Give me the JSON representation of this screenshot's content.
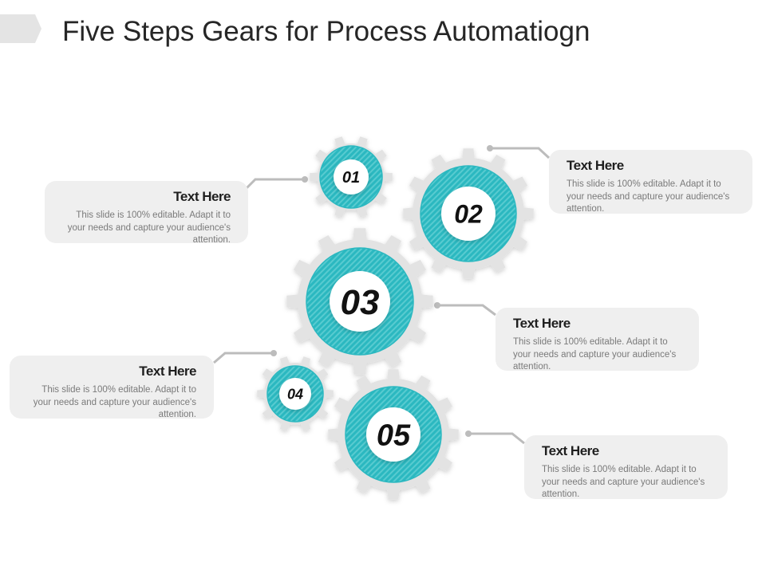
{
  "title": "Five Steps Gears for Process Automatiogn",
  "colors": {
    "accent": "#2bb8c0",
    "accent_light": "#7fd7da",
    "gear": "#e3e3e3",
    "connector": "#bcbcbc",
    "box_bg": "#efefef"
  },
  "gears": [
    {
      "label": "01"
    },
    {
      "label": "02"
    },
    {
      "label": "03"
    },
    {
      "label": "04"
    },
    {
      "label": "05"
    }
  ],
  "boxes": [
    {
      "step": "01",
      "heading": "Text Here",
      "body": "This slide is 100% editable. Adapt it to your needs and capture your audience's attention."
    },
    {
      "step": "02",
      "heading": "Text Here",
      "body": "This slide is 100% editable. Adapt it to your needs and capture your audience's attention."
    },
    {
      "step": "03",
      "heading": "Text Here",
      "body": "This slide is 100% editable. Adapt it to your needs and capture your audience's attention."
    },
    {
      "step": "04",
      "heading": "Text Here",
      "body": "This slide is 100% editable. Adapt it to your needs and capture your audience's attention."
    },
    {
      "step": "05",
      "heading": "Text Here",
      "body": "This slide is 100% editable. Adapt it to your needs and capture your audience's attention."
    }
  ]
}
